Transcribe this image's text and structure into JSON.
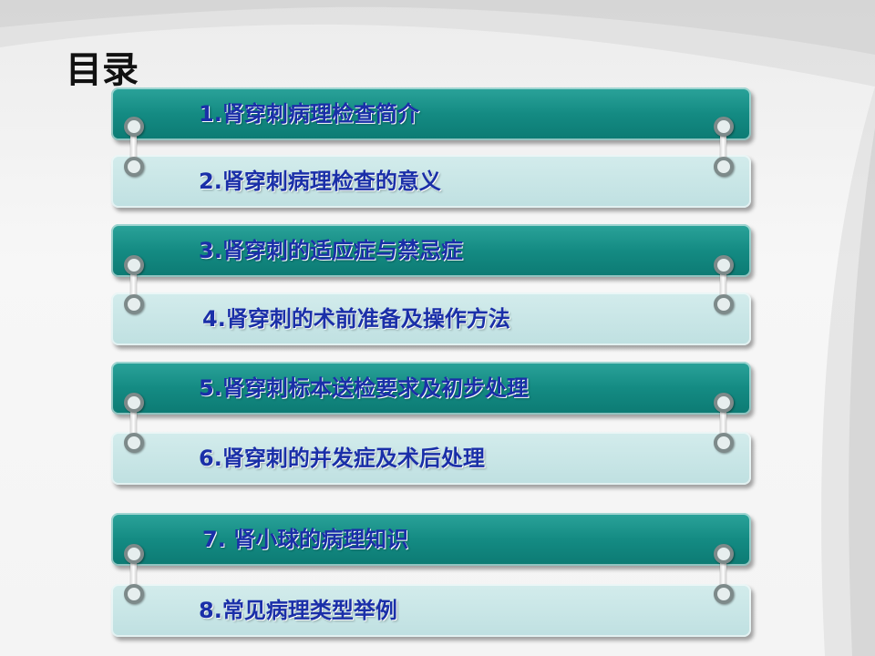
{
  "slide": {
    "title": "目录",
    "items": [
      {
        "label": "1.肾穿刺病理检查简介"
      },
      {
        "label": "2.肾穿刺病理检查的意义"
      },
      {
        "label": "3.肾穿刺的适应症与禁忌症"
      },
      {
        "label": "4.肾穿刺的术前准备及操作方法"
      },
      {
        "label": "5.肾穿刺标本送检要求及初步处理"
      },
      {
        "label": "6.肾穿刺的并发症及术后处理"
      },
      {
        "label": "7. 肾小球的病理知识"
      },
      {
        "label": "8.常见病理类型举例"
      }
    ]
  },
  "colors": {
    "dark_bar": "#148b83",
    "light_bar": "#c6e4e5",
    "label_text": "#1a2fa8"
  }
}
